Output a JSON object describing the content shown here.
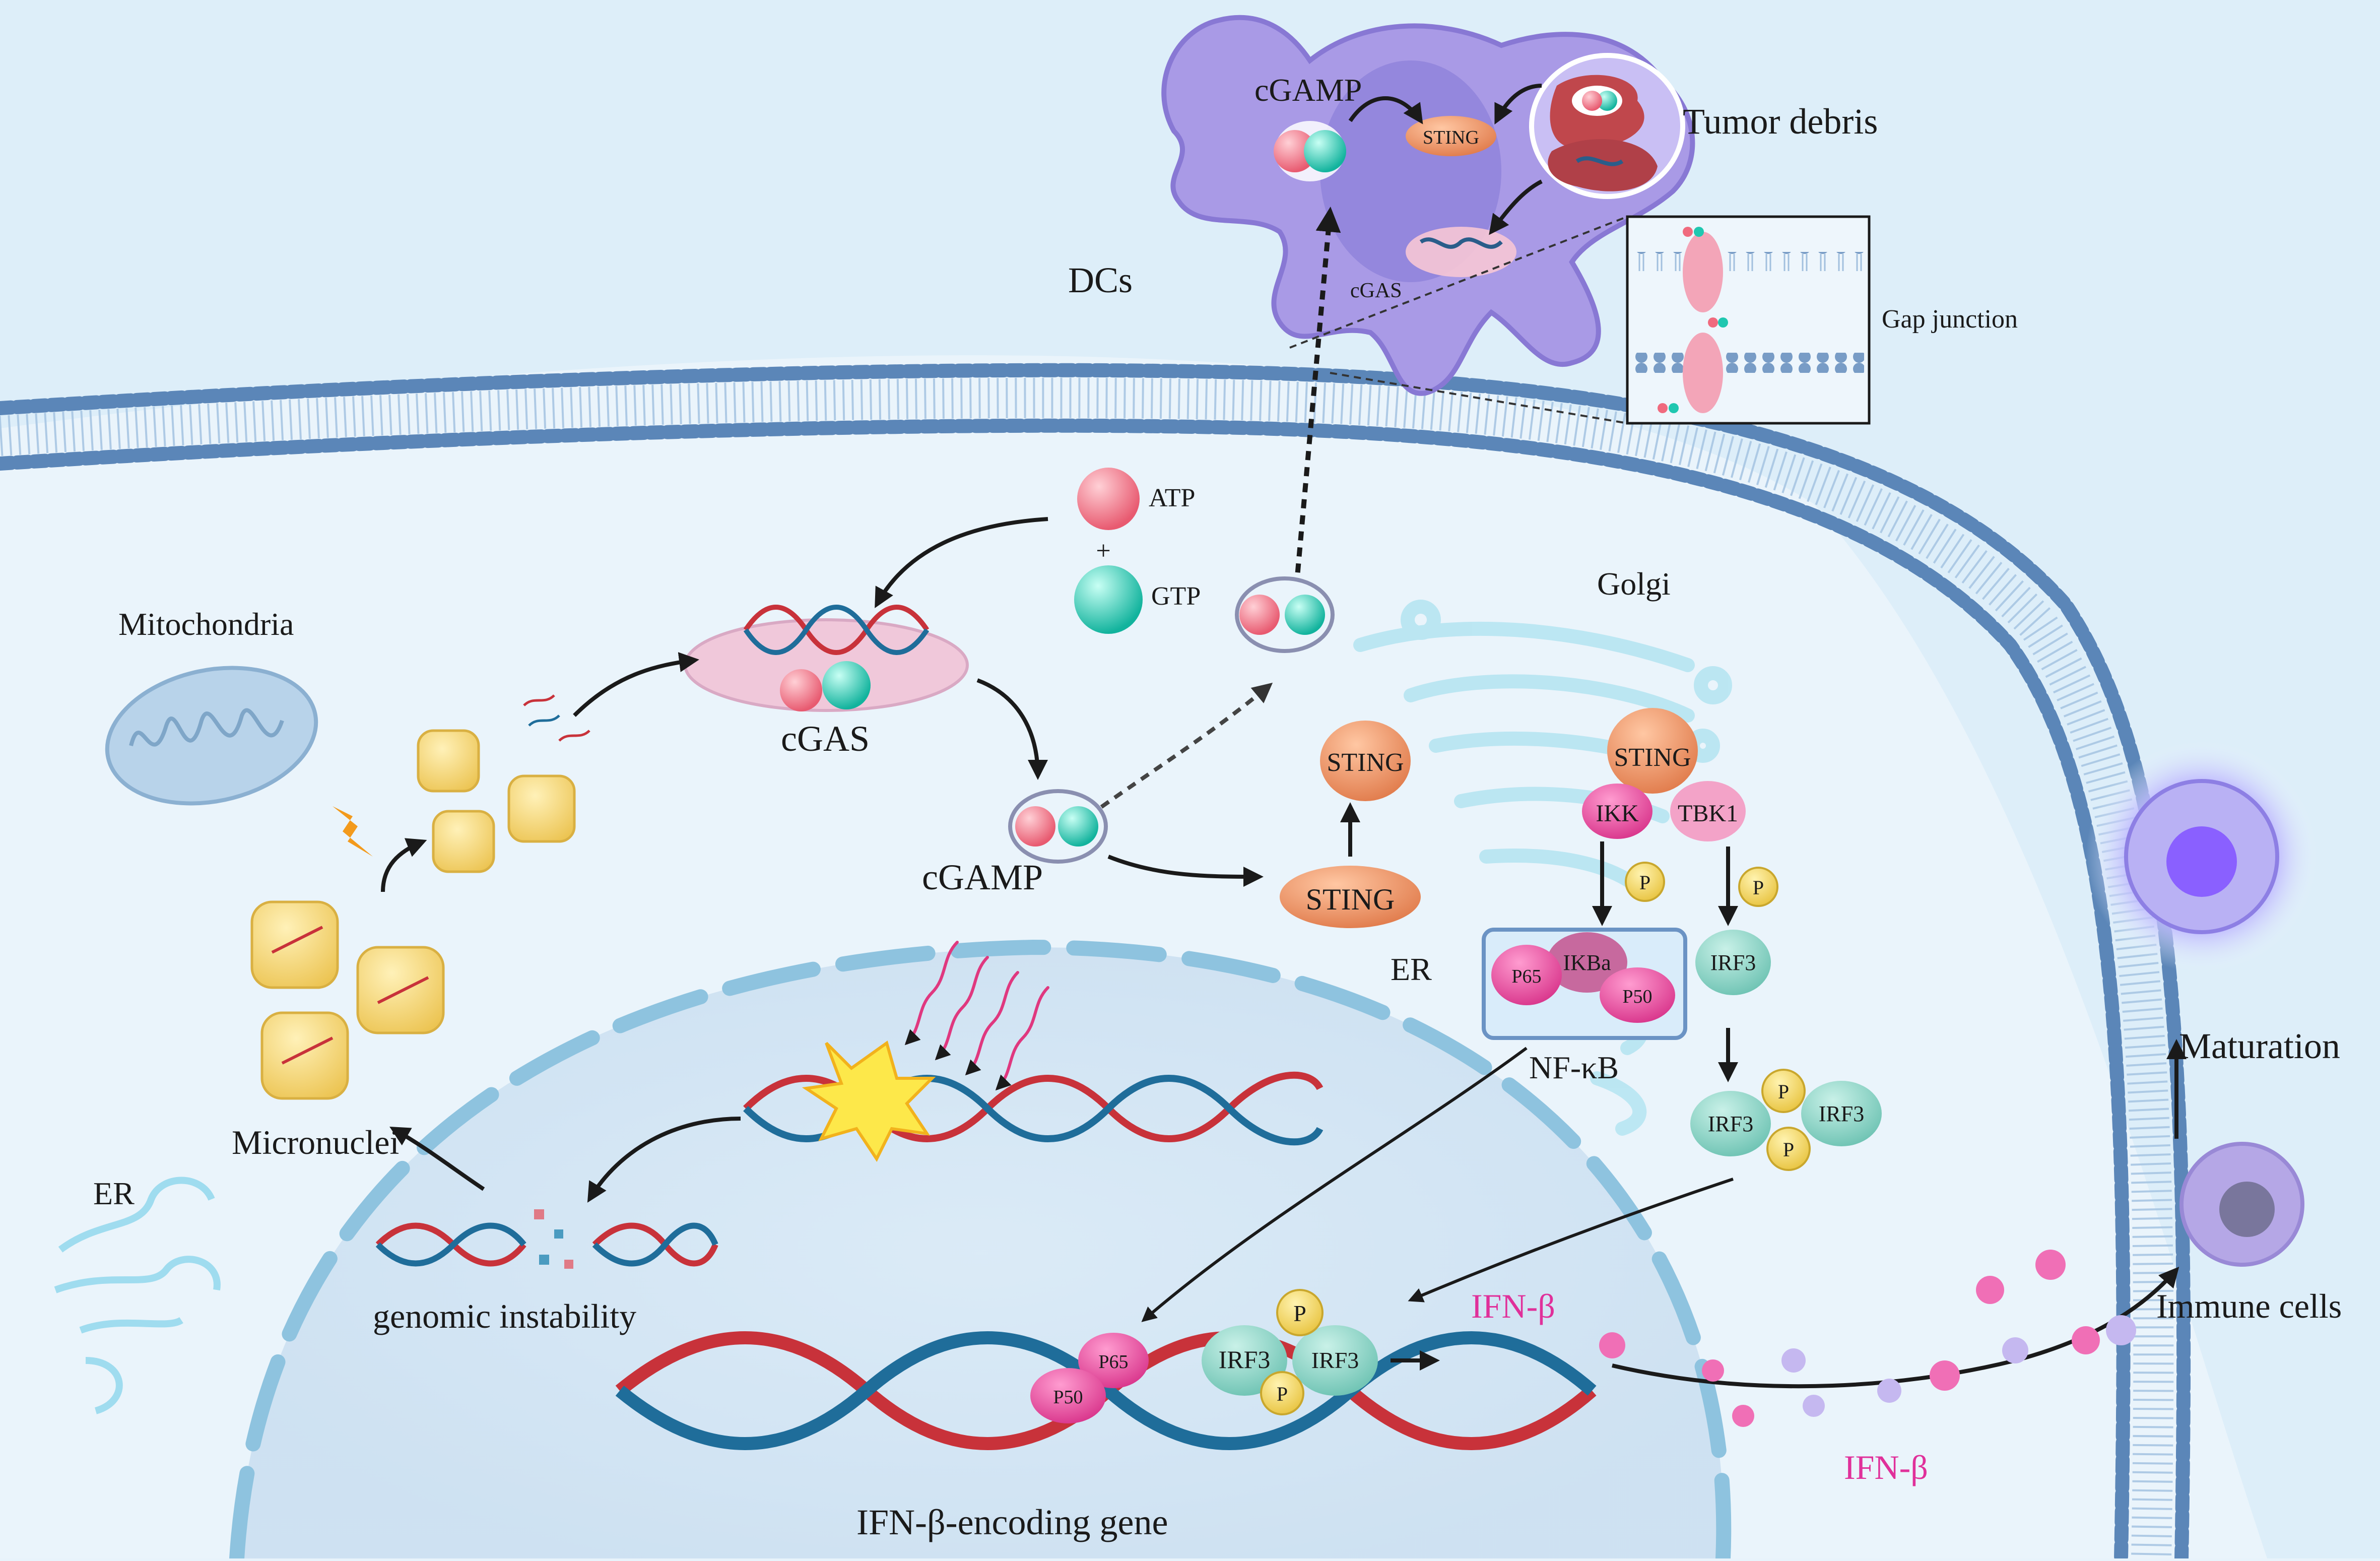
{
  "labels": {
    "cgamp_dc": "cGAMP",
    "sting_dc": "STING",
    "tumor_debris": "Tumor debris",
    "dcs": "DCs",
    "cgas_dc": "cGAS",
    "gap_junction": "Gap junction",
    "atp": "ATP",
    "plus": "+",
    "gtp": "GTP",
    "golgi": "Golgi",
    "mitochondria": "Mitochondria",
    "cgas": "cGAS",
    "sting_upper": "STING",
    "sting_complex": "STING",
    "ikk": "IKK",
    "tbk1": "TBK1",
    "cgamp": "cGAMP",
    "sting_lower": "STING",
    "p_ikk": "P",
    "p_tbk1": "P",
    "er_right": "ER",
    "p65": "P65",
    "ikba": "IKBa",
    "p50": "P50",
    "irf3_single": "IRF3",
    "nfkb": "NF-κB",
    "irf3_a": "IRF3",
    "irf3_b": "IRF3",
    "p_dimer_top": "P",
    "p_dimer_bottom": "P",
    "micronuclei": "Micronuclei",
    "er_left": "ER",
    "genomic_instability": "genomic instability",
    "maturation": "Maturation",
    "immune_cells": "Immune cells",
    "ifnb_inner": "IFN-β",
    "ifnb_outer": "IFN-β",
    "nuc_p65": "P65",
    "nuc_p50": "P50",
    "nuc_irf3_a": "IRF3",
    "nuc_irf3_b": "IRF3",
    "nuc_p_top": "P",
    "nuc_p_bottom": "P",
    "gene": "IFN-β-encoding gene"
  },
  "colors": {
    "background": "#e8f3fb",
    "membrane_head": "#5b86b8",
    "dc_cell": "#a99ae6",
    "atp_pink": "#f06a7e",
    "gtp_teal": "#1fc7b0",
    "sting_orange": "#ee8c5c",
    "ikk_magenta": "#e0489a",
    "tbk1_pink": "#f087b9",
    "phospho_yellow": "#f2d55a",
    "irf3_teal": "#7fcdbf",
    "ifnb_text": "#e0309a",
    "dna_red": "#c8323a",
    "dna_blue": "#1f6d9a",
    "micronuclei_yellow": "#f3d46a",
    "immune_cell": "#b5a7e6"
  }
}
